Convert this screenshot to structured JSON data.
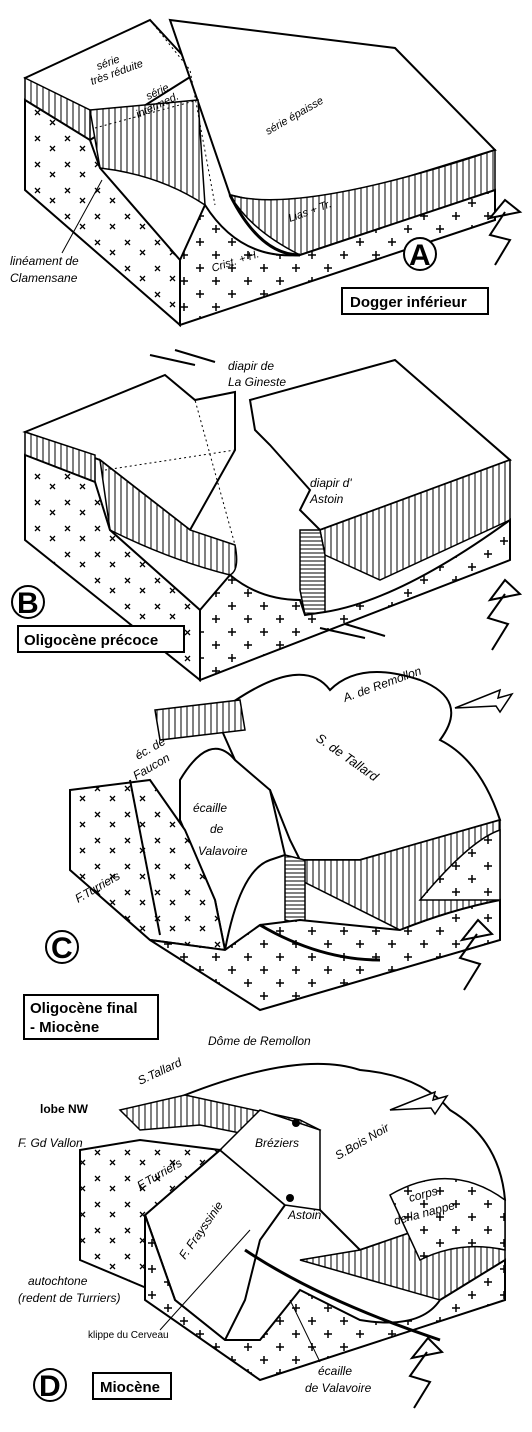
{
  "panelA": {
    "letter": "A",
    "stage": "Dogger inférieur",
    "serie_reduite_1": "série",
    "serie_reduite_2": "très réduite",
    "serie_interm_1": "série",
    "serie_interm_2": "intermed.",
    "serie_epaisse": "série épaisse",
    "lias": "Lias + Tr.",
    "crist": "Crist. + H.",
    "lineament_1": "linéament de",
    "lineament_2": "Clamensane"
  },
  "panelB": {
    "letter": "B",
    "stage": "Oligocène précoce",
    "gineste_1": "diapir de",
    "gineste_2": "La Gineste",
    "astoin_1": "diapir d'",
    "astoin_2": "Astoin"
  },
  "panelC": {
    "letter": "C",
    "stage_1": "Oligocène final",
    "stage_2": "- Miocène",
    "remollon": "A. de Remollon",
    "tallard": "S. de Tallard",
    "faucon_1": "éc. de",
    "faucon_2": "Faucon",
    "ecaille_1": "écaille",
    "ecaille_2": "de",
    "ecaille_3": "Valavoire",
    "turriers": "F.Turriers"
  },
  "panelD": {
    "letter": "D",
    "stage": "Miocène",
    "dome": "Dôme de Remollon",
    "stallard": "S.Tallard",
    "lobe": "lobe NW",
    "gdvallon": "F. Gd Vallon",
    "breziers": "Bréziers",
    "fturriers": "F.Turriers",
    "sbois": "S.Bois Noir",
    "corps_1": "corps",
    "corps_2": "de la nappe",
    "frayssinie": "F. Frayssinie",
    "astoin": "Astoin",
    "auto_1": "autochtone",
    "auto_2": "(redent de Turriers)",
    "klippe": "klippe du Cerveau",
    "valav_1": "écaille",
    "valav_2": "de Valavoire"
  }
}
